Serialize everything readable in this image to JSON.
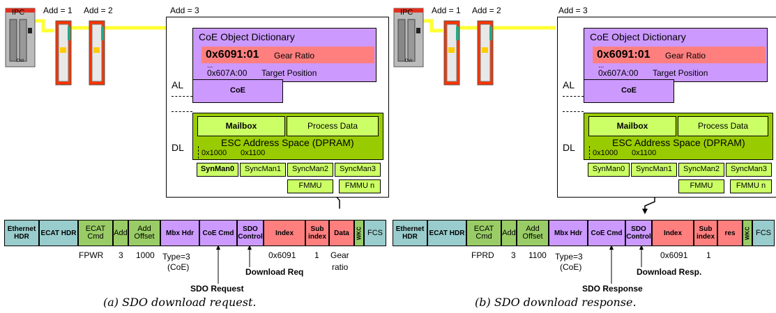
{
  "panels": [
    {
      "addr_labels": [
        "Add = 1",
        "Add = 2",
        "Add = 3"
      ],
      "ipc_label": "IPC",
      "ipc_sub": "DVI",
      "od_title": "CoE Object Dictionary",
      "od_highlight_index": "0x6091:01",
      "od_highlight_name": "Gear Ratio",
      "od_dots": "...",
      "od_second_index": "0x607A:00",
      "od_second_name": "Target Position",
      "al_label": "AL",
      "dl_label": "DL",
      "coe_label": "CoE",
      "mailbox_label": "Mailbox",
      "process_data_label": "Process Data",
      "esc_label": "ESC Address Space (DPRAM)",
      "addr1": "0x1000",
      "addr2": "0x1100",
      "syncman": [
        "SynMan0",
        "SyncMan1",
        "SyncMan2",
        "SyncMan3"
      ],
      "fmmu": [
        "FMMU",
        "FMMU n"
      ],
      "frame": [
        "Ethernet HDR",
        "ECAT HDR",
        "ECAT Cmd",
        "Add",
        "Add Offset",
        "Mbx Hdr",
        "CoE Cmd",
        "SDO Control",
        "Index",
        "Sub index",
        "Data",
        "WKC",
        "FCS"
      ],
      "values": {
        "cmd": "FPWR",
        "add": "3",
        "offset": "1000",
        "type": "Type=3",
        "type2": "(CoE)",
        "index": "0x6091",
        "subindex": "1",
        "data": "Gear",
        "data2": "ratio"
      },
      "sdo_control_label": "Download Req",
      "coe_cmd_label": "SDO Request",
      "caption": "(a) SDO download request."
    },
    {
      "addr_labels": [
        "Add = 1",
        "Add = 2",
        "Add = 3"
      ],
      "ipc_label": "IPC",
      "ipc_sub": "DVI",
      "od_title": "CoE Object Dictionary",
      "od_highlight_index": "0x6091:01",
      "od_highlight_name": "Gear Ratio",
      "od_dots": "...",
      "od_second_index": "0x607A:00",
      "od_second_name": "Target Position",
      "al_label": "AL",
      "dl_label": "DL",
      "coe_label": "CoE",
      "mailbox_label": "Mailbox",
      "process_data_label": "Process Data",
      "esc_label": "ESC Address Space (DPRAM)",
      "addr1": "0x1000",
      "addr2": "0x1100",
      "syncman": [
        "SynMan0",
        "SyncMan1",
        "SyncMan2",
        "SyncMan3"
      ],
      "fmmu": [
        "FMMU",
        "FMMU n"
      ],
      "frame": [
        "Ethernet HDR",
        "ECAT HDR",
        "ECAT Cmd",
        "Add",
        "Add Offset",
        "Mbx Hdr",
        "CoE Cmd",
        "SDO Control",
        "Index",
        "Sub index",
        "res",
        "WKC",
        "FCS"
      ],
      "values": {
        "cmd": "FPRD",
        "add": "3",
        "offset": "1100",
        "type": "Type=3",
        "type2": "(CoE)",
        "index": "0x6091",
        "subindex": "1"
      },
      "sdo_control_label": "Download Resp.",
      "coe_cmd_label": "SDO Response",
      "caption": "(b) SDO download response."
    }
  ],
  "colors": {
    "od_purple": "#cc99ff",
    "highlight_red": "#ff7f7f",
    "dl_green": "#99cc00",
    "light_green": "#ccff66",
    "frame_blue": "#99cccc",
    "frame_green": "#99cc66",
    "frame_purple": "#cc99ff",
    "frame_red": "#ff7f7f",
    "bus_yellow": "#ffff33",
    "device_red": "#ff3300",
    "arrow_orange": "#ffcc99"
  }
}
